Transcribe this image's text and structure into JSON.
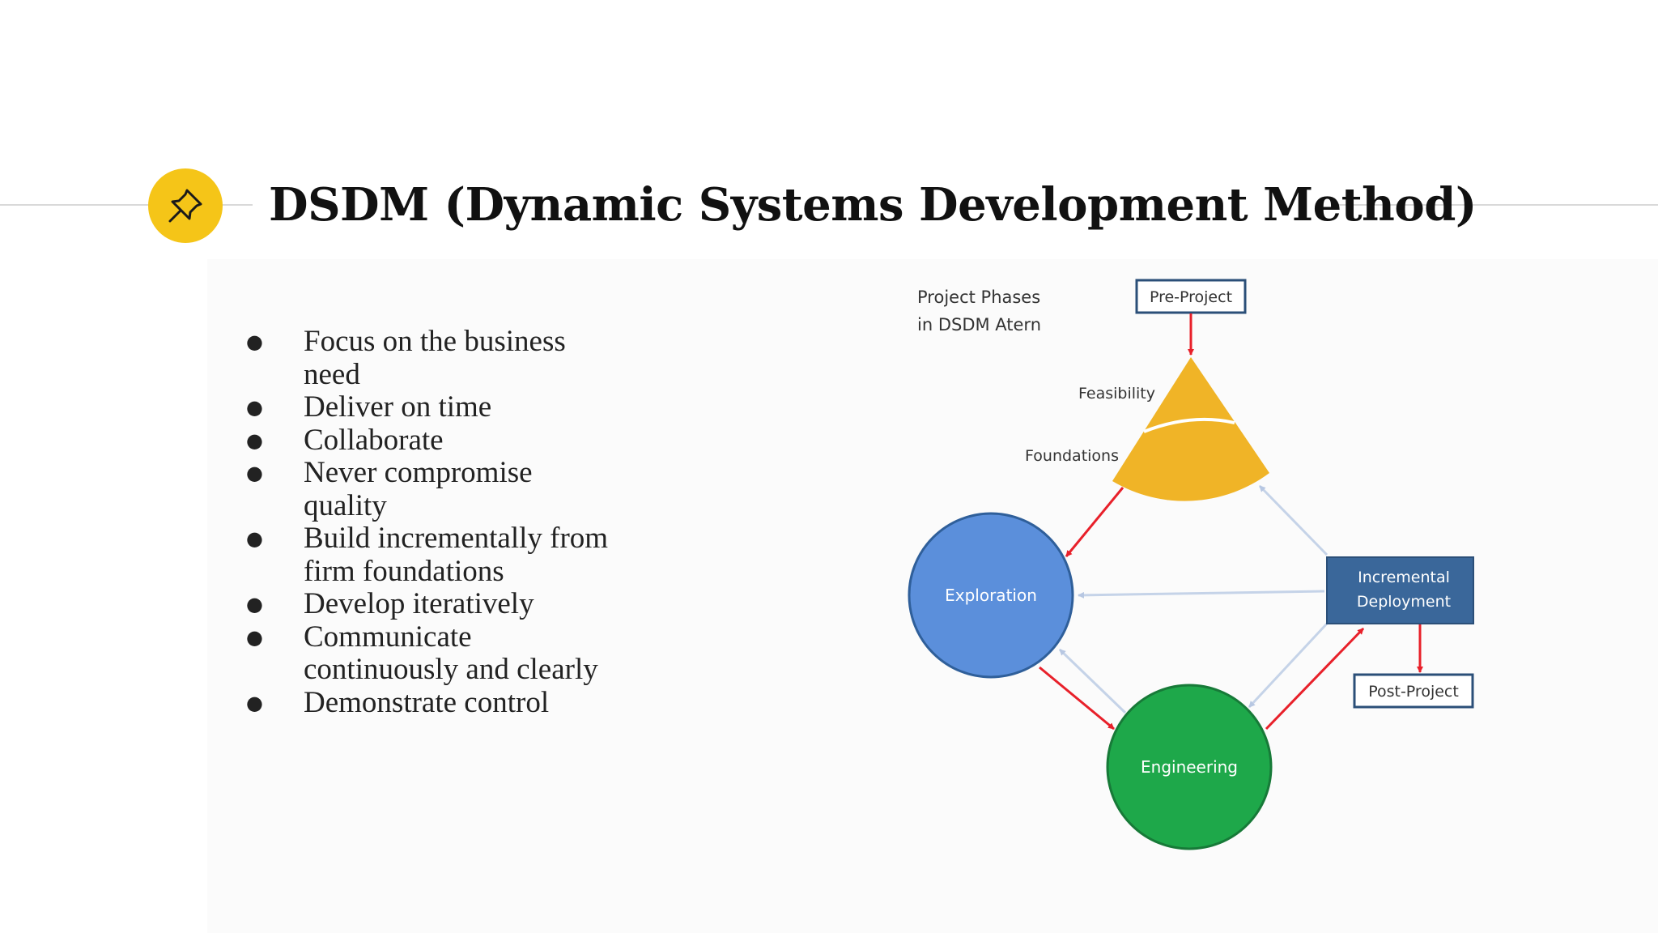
{
  "slide": {
    "title": "DSDM  (Dynamic Systems Development Method)",
    "pin_icon": "pushpin-icon",
    "badge_color": "#f5c518"
  },
  "bullets": [
    "Focus on the business need",
    "Deliver on time",
    "Collaborate",
    "Never compromise quality",
    "Build incrementally from firm foundations",
    "Develop iteratively",
    "Communicate continuously and clearly",
    "Demonstrate control"
  ],
  "diagram": {
    "caption_line1": "Project Phases",
    "caption_line2": "in DSDM Atern",
    "pre_project": "Pre-Project",
    "feasibility": "Feasibility",
    "foundations": "Foundations",
    "exploration": "Exploration",
    "engineering": "Engineering",
    "deployment_line1": "Incremental",
    "deployment_line2": "Deployment",
    "post_project": "Post-Project",
    "colors": {
      "feasibility": "#f0b427",
      "exploration": "#5b8fdb",
      "engineering": "#1ea84a",
      "deployment": "#3a679a",
      "arrow_primary": "#e8202a",
      "arrow_secondary": "#c5d3e8"
    }
  }
}
